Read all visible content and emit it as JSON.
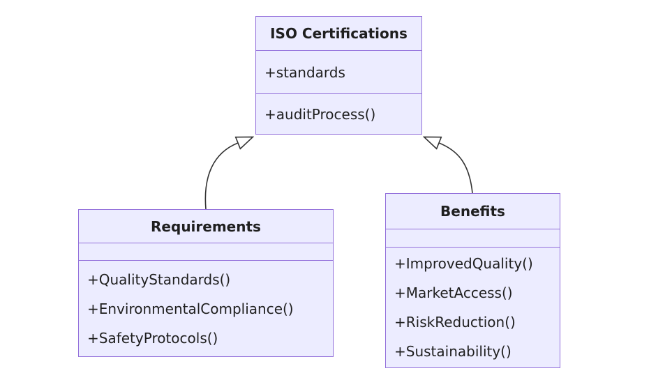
{
  "diagram": {
    "type": "uml-class-diagram",
    "colors": {
      "class_fill": "#ECECFF",
      "class_border": "#9370DB",
      "relation_line": "#333333",
      "text": "#1F1F1F",
      "background": "#FFFFFF"
    },
    "classes": [
      {
        "name": "ISO Certifications",
        "attributes": [
          "+standards"
        ],
        "methods": [
          "+auditProcess()"
        ]
      },
      {
        "name": "Requirements",
        "attributes": [],
        "methods": [
          "+QualityStandards()",
          "+EnvironmentalCompliance()",
          "+SafetyProtocols()"
        ]
      },
      {
        "name": "Benefits",
        "attributes": [],
        "methods": [
          "+ImprovedQuality()",
          "+MarketAccess()",
          "+RiskReduction()",
          "+Sustainability()"
        ]
      }
    ],
    "relationships": [
      {
        "from": "Requirements",
        "to": "ISO Certifications",
        "type": "inheritance",
        "arrowhead": "hollow-triangle"
      },
      {
        "from": "Benefits",
        "to": "ISO Certifications",
        "type": "inheritance",
        "arrowhead": "hollow-triangle"
      }
    ]
  }
}
